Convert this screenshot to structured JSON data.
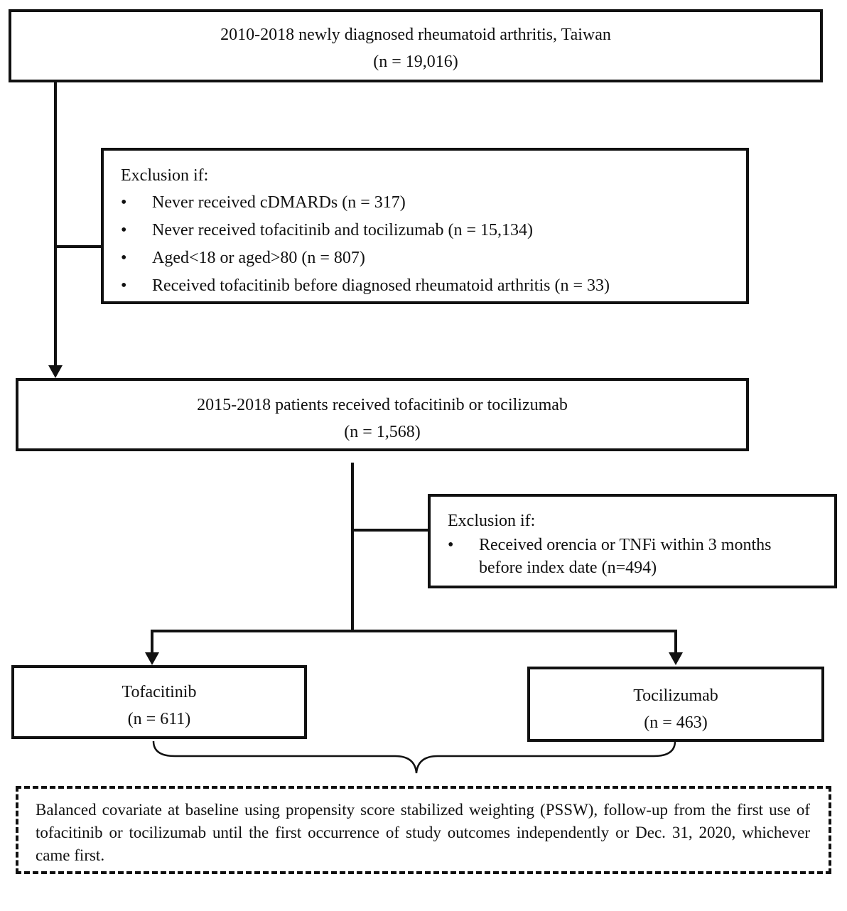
{
  "box_top": {
    "line1": "2010-2018 newly diagnosed rheumatoid arthritis, Taiwan",
    "line2": "(n = 19,016)"
  },
  "exclusion1": {
    "title": "Exclusion if:",
    "bullet_glyph": "•",
    "items": [
      "Never received cDMARDs (n = 317)",
      "Never received tofacitinib and tocilizumab (n = 15,134)",
      "Aged<18 or aged>80 (n = 807)",
      "Received tofacitinib before diagnosed rheumatoid arthritis (n = 33)"
    ]
  },
  "box_mid": {
    "line1": "2015-2018 patients received tofacitinib or tocilizumab",
    "line2": "(n = 1,568)"
  },
  "exclusion2": {
    "title": "Exclusion if:",
    "bullet_glyph": "•",
    "item_line1": "Received orencia or TNFi within 3 months",
    "item_line2": "before index date (n=494)"
  },
  "group_left": {
    "name": "Tofacitinib",
    "count": "(n = 611)"
  },
  "group_right": {
    "name": "Tocilizumab",
    "count": "(n = 463)"
  },
  "note": {
    "text": "Balanced covariate at baseline using propensity score stabilized weighting (PSSW), follow-up from the first use of tofacitinib or tocilizumab until the first occurrence of study outcomes independently or Dec. 31, 2020, whichever came first."
  }
}
